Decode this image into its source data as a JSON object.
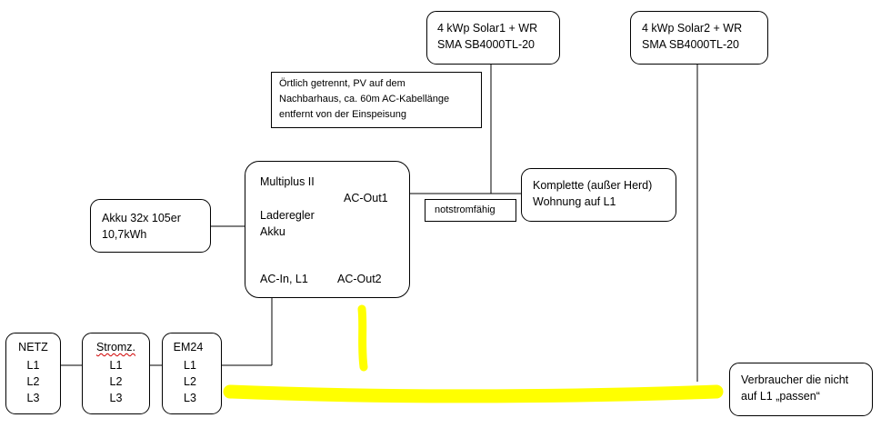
{
  "solar1": {
    "line1": "4 kWp Solar1 + WR",
    "line2": "SMA SB4000TL-20"
  },
  "solar2": {
    "line1": "4 kWp Solar2 + WR",
    "line2": "SMA SB4000TL-20"
  },
  "note": {
    "line1": "Örtlich getrennt, PV auf dem",
    "line2": "Nachbarhaus, ca. 60m AC-Kabellänge",
    "line3": "entfernt von der Einspeisung"
  },
  "multiplus": {
    "title": "Multiplus II",
    "ac_out1": "AC-Out1",
    "laderegler": "Laderegler",
    "akku": "Akku",
    "ac_in": "AC-In, L1",
    "ac_out2": "AC-Out2"
  },
  "akku": {
    "line1": "Akku 32x 105er",
    "line2": "10,7kWh"
  },
  "notstrom": {
    "label": "notstromfähig"
  },
  "wohnung": {
    "line1": "Komplette (außer Herd)",
    "line2": "Wohnung auf L1"
  },
  "netz": {
    "title": "NETZ",
    "l1": "L1",
    "l2": "L2",
    "l3": "L3"
  },
  "stromz": {
    "title": "Stromz.",
    "l1": "L1",
    "l2": "L2",
    "l3": "L3"
  },
  "em24": {
    "title": "EM24",
    "l1": "L1",
    "l2": "L2",
    "l3": "L3"
  },
  "verbraucher": {
    "line1": "Verbraucher die nicht",
    "line2": "auf L1 „passen“"
  },
  "colors": {
    "highlight": "#ffff00",
    "line": "#000000"
  }
}
